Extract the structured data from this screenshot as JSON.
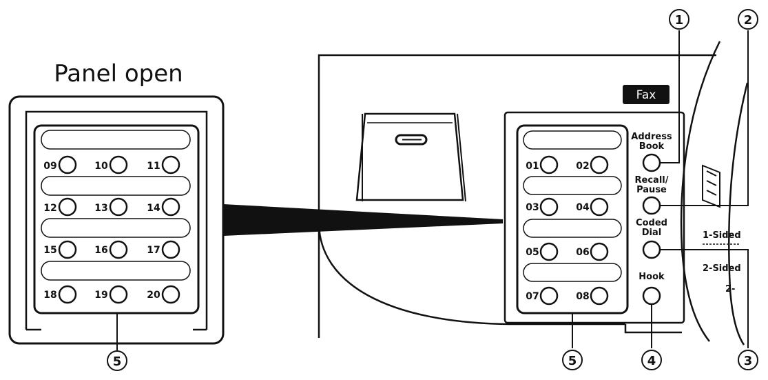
{
  "left_panel": {
    "title": "Panel open",
    "rows": [
      [
        "09",
        "10",
        "11"
      ],
      [
        "12",
        "13",
        "14"
      ],
      [
        "15",
        "16",
        "17"
      ],
      [
        "18",
        "19",
        "20"
      ]
    ],
    "callout": "5"
  },
  "device": {
    "fax_badge": "Fax",
    "keypad_rows": [
      [
        "01",
        "02"
      ],
      [
        "03",
        "04"
      ],
      [
        "05",
        "06"
      ],
      [
        "07",
        "08"
      ]
    ],
    "function_keys": [
      {
        "line1": "Address",
        "line2": "Book"
      },
      {
        "line1": "Recall/",
        "line2": "Pause"
      },
      {
        "line1": "Coded",
        "line2": "Dial"
      },
      {
        "line1": "Hook",
        "line2": ""
      }
    ],
    "side_labels": [
      "1-Sided",
      "2-Sided",
      "2-"
    ],
    "keypad_callout": "5"
  },
  "callouts": [
    "1",
    "2",
    "3",
    "4"
  ]
}
